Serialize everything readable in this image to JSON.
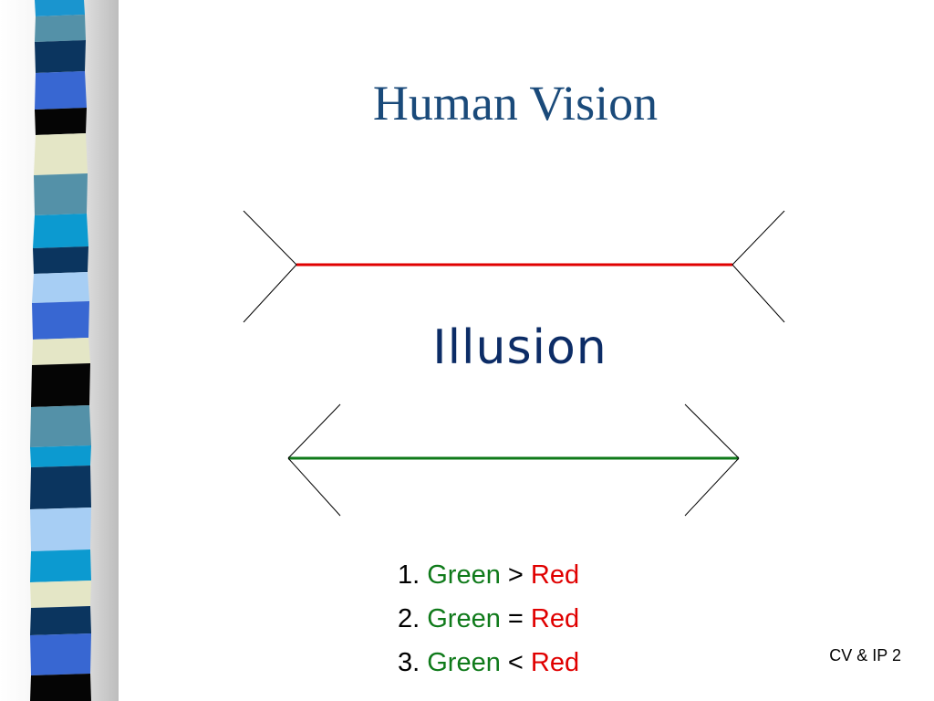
{
  "slide": {
    "title": "Human Vision",
    "center_word": "Illusion",
    "options": [
      {
        "number": "1.",
        "left": "Green",
        "operator": ">",
        "right": "Red"
      },
      {
        "number": "2.",
        "left": "Green",
        "operator": "=",
        "right": "Red"
      },
      {
        "number": "3.",
        "left": "Green",
        "operator": "<",
        "right": "Red"
      }
    ],
    "footer": "CV & IP 2"
  },
  "colors": {
    "title": "#1a4a7a",
    "center_word": "#0c2c66",
    "green_line": "#0f7a1a",
    "red_line": "#e00000",
    "fins": "#000000"
  },
  "icons": {
    "side_strip": "decorative-striped-ribbon"
  }
}
